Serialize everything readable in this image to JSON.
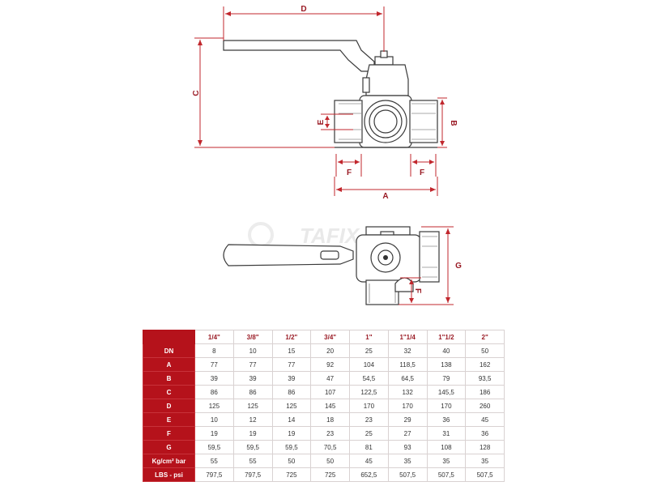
{
  "dimension_labels": {
    "D": "D",
    "C": "C",
    "B": "B",
    "E_top": "E",
    "F_left": "F",
    "F_right": "F",
    "A": "A",
    "G": "G",
    "F_side": "F"
  },
  "watermark": "TAFIX",
  "table": {
    "sizes": [
      "1/4\"",
      "3/8\"",
      "1/2\"",
      "3/4\"",
      "1\"",
      "1\"1/4",
      "1\"1/2",
      "2\""
    ],
    "rows": [
      {
        "label": "DN",
        "values": [
          "8",
          "10",
          "15",
          "20",
          "25",
          "32",
          "40",
          "50"
        ]
      },
      {
        "label": "A",
        "values": [
          "77",
          "77",
          "77",
          "92",
          "104",
          "118,5",
          "138",
          "162"
        ]
      },
      {
        "label": "B",
        "values": [
          "39",
          "39",
          "39",
          "47",
          "54,5",
          "64,5",
          "79",
          "93,5"
        ]
      },
      {
        "label": "C",
        "values": [
          "86",
          "86",
          "86",
          "107",
          "122,5",
          "132",
          "145,5",
          "186"
        ]
      },
      {
        "label": "D",
        "values": [
          "125",
          "125",
          "125",
          "145",
          "170",
          "170",
          "170",
          "260"
        ]
      },
      {
        "label": "E",
        "values": [
          "10",
          "12",
          "14",
          "18",
          "23",
          "29",
          "36",
          "45"
        ]
      },
      {
        "label": "F",
        "values": [
          "19",
          "19",
          "19",
          "23",
          "25",
          "27",
          "31",
          "36"
        ]
      },
      {
        "label": "G",
        "values": [
          "59,5",
          "59,5",
          "59,5",
          "70,5",
          "81",
          "93",
          "108",
          "128"
        ]
      },
      {
        "label": "Kg/cm² bar",
        "values": [
          "55",
          "55",
          "50",
          "50",
          "45",
          "35",
          "35",
          "35"
        ]
      },
      {
        "label": "LBS - psi",
        "values": [
          "797,5",
          "797,5",
          "725",
          "725",
          "652,5",
          "507,5",
          "507,5",
          "507,5"
        ]
      }
    ]
  },
  "colors": {
    "accent": "#b5121b",
    "dimension": "#c1272d"
  }
}
